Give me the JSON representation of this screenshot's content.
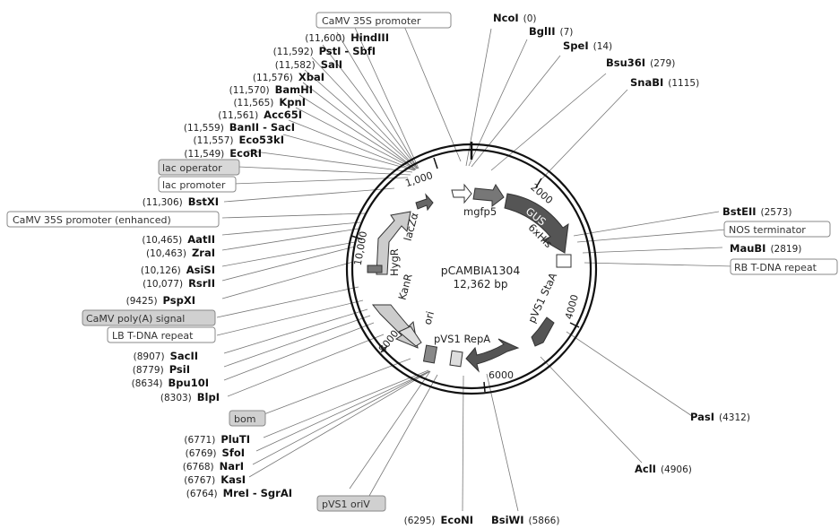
{
  "plasmid": {
    "name": "pCAMBIA1304",
    "size": "12,362 bp"
  },
  "ticks": [
    "1,000",
    "2000",
    "4000",
    "6000",
    "8000",
    "10,000"
  ],
  "inner_features": [
    "lacZα",
    "mgfp5",
    "GUS",
    "6xHis",
    "HygR",
    "KanR",
    "ori",
    "pVS1 StaA",
    "pVS1 RepA"
  ],
  "boxed_labels": [
    "CaMV 35S promoter",
    "lac operator",
    "lac promoter",
    "CaMV 35S promoter (enhanced)",
    "NOS terminator",
    "RB T-DNA repeat",
    "CaMV poly(A) signal",
    "LB T-DNA repeat",
    "bom",
    "pVS1 oriV"
  ],
  "top_sites": [
    {
      "name": "NcoI",
      "pos": "(0)"
    },
    {
      "name": "BglII",
      "pos": "(7)"
    },
    {
      "name": "SpeI",
      "pos": "(14)"
    },
    {
      "name": "Bsu36I",
      "pos": "(279)"
    },
    {
      "name": "SnaBI",
      "pos": "(1115)"
    }
  ],
  "left_sites": [
    {
      "name": "HindIII",
      "pos": "(11,600)"
    },
    {
      "name": "PstI - SbfI",
      "pos": "(11,592)"
    },
    {
      "name": "SalI",
      "pos": "(11,582)"
    },
    {
      "name": "XbaI",
      "pos": "(11,576)"
    },
    {
      "name": "BamHI",
      "pos": "(11,570)"
    },
    {
      "name": "KpnI",
      "pos": "(11,565)"
    },
    {
      "name": "Acc65I",
      "pos": "(11,561)"
    },
    {
      "name": "BanII - SacI",
      "pos": "(11,559)"
    },
    {
      "name": "Eco53kI",
      "pos": "(11,557)"
    },
    {
      "name": "EcoRI",
      "pos": "(11,549)"
    },
    {
      "name": "BstXI",
      "pos": "(11,306)"
    },
    {
      "name": "AatII",
      "pos": "(10,465)"
    },
    {
      "name": "ZraI",
      "pos": "(10,463)"
    },
    {
      "name": "AsiSI",
      "pos": "(10,126)"
    },
    {
      "name": "RsrII",
      "pos": "(10,077)"
    },
    {
      "name": "PspXI",
      "pos": "(9425)"
    },
    {
      "name": "SacII",
      "pos": "(8907)"
    },
    {
      "name": "PsiI",
      "pos": "(8779)"
    },
    {
      "name": "Bpu10I",
      "pos": "(8634)"
    },
    {
      "name": "BlpI",
      "pos": "(8303)"
    },
    {
      "name": "PluTI",
      "pos": "(6771)"
    },
    {
      "name": "SfoI",
      "pos": "(6769)"
    },
    {
      "name": "NarI",
      "pos": "(6768)"
    },
    {
      "name": "KasI",
      "pos": "(6767)"
    },
    {
      "name": "MreI - SgrAI",
      "pos": "(6764)"
    }
  ],
  "right_sites": [
    {
      "name": "BstEII",
      "pos": "(2573)"
    },
    {
      "name": "MauBI",
      "pos": "(2819)"
    },
    {
      "name": "PasI",
      "pos": "(4312)"
    },
    {
      "name": "AclI",
      "pos": "(4906)"
    },
    {
      "name": "BsiWI",
      "pos": "(5866)"
    },
    {
      "name": "EcoNI",
      "pos": "(6295)"
    }
  ]
}
